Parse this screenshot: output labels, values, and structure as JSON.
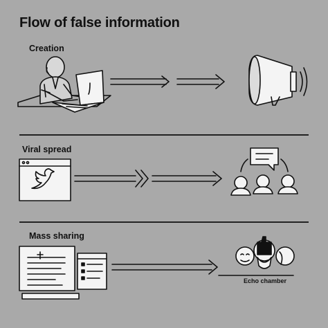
{
  "diagram": {
    "title": "Flow of false information",
    "sections": [
      {
        "label": "Creation"
      },
      {
        "label": "Viral spread"
      },
      {
        "label": "Mass sharing"
      }
    ],
    "echo_caption": "Echo chamber"
  }
}
